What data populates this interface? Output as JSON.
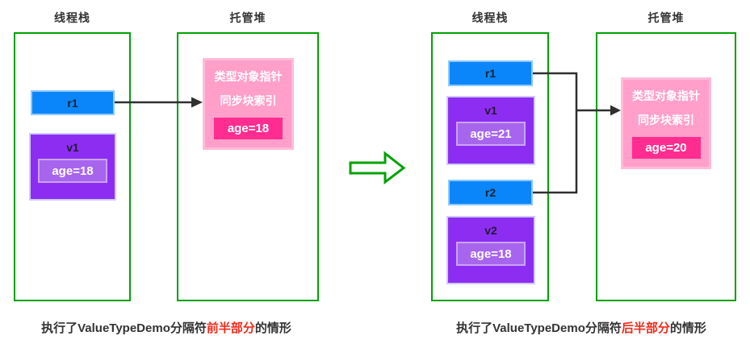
{
  "colors": {
    "green": "#00a204",
    "blue_fill": "#0b86fa",
    "blue_border": "#8ec7ff",
    "purple_fill": "#8d2df2",
    "purple_border": "#cfcaf8",
    "purple_inner_fill": "#a765ee",
    "purple_inner_border": "#c9a4f4",
    "pink_fill": "#ff9fca",
    "pink_border": "#ffbcd9",
    "pink_inner_fill": "#ff2d8f",
    "arrow_black": "#2f2f2f",
    "text_dark": "#333333",
    "text_red": "#f02b1a"
  },
  "left_diagram": {
    "stack_label": "线程栈",
    "heap_label": "托管堆",
    "stack_items": [
      {
        "kind": "reference",
        "name": "r1"
      },
      {
        "kind": "value",
        "name": "v1",
        "field": "age=18"
      }
    ],
    "heap_object": {
      "line1": "类型对象指针",
      "line2": "同步块索引",
      "field": "age=18"
    },
    "caption": {
      "prefix": "执行了ValueTypeDemo分隔符",
      "highlight": "前半部分",
      "suffix": "的情形"
    }
  },
  "right_diagram": {
    "stack_label": "线程栈",
    "heap_label": "托管堆",
    "stack_items": [
      {
        "kind": "reference",
        "name": "r1"
      },
      {
        "kind": "value",
        "name": "v1",
        "field": "age=21"
      },
      {
        "kind": "reference",
        "name": "r2"
      },
      {
        "kind": "value",
        "name": "v2",
        "field": "age=18"
      }
    ],
    "heap_object": {
      "line1": "类型对象指针",
      "line2": "同步块索引",
      "field": "age=20"
    },
    "caption": {
      "prefix": "执行了ValueTypeDemo分隔符",
      "highlight": "后半部分",
      "suffix": "的情形"
    }
  }
}
